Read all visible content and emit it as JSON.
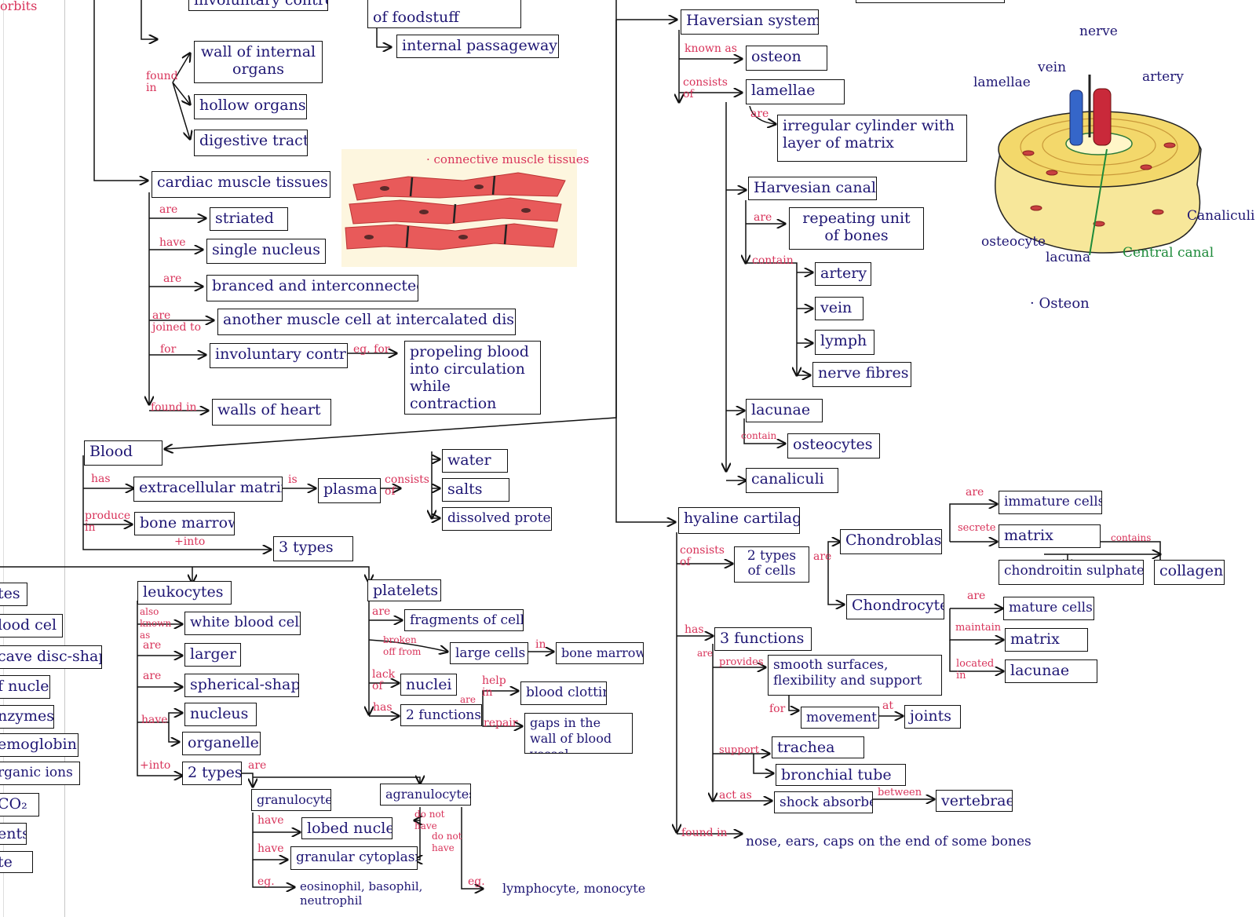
{
  "colors": {
    "node_text": "#1e1673",
    "link_text": "#d8335a",
    "line": "#111111",
    "green": "#1d8a3a"
  },
  "top": {
    "cut_left": "orbits",
    "cut_b1": "involuntary control",
    "cut_b2": "of foodstuff",
    "internal": "internal passageways",
    "found_in": "found in",
    "wall": "wall of internal organs",
    "hollow": "hollow organs",
    "digest": "digestive tract"
  },
  "cardiac": {
    "title": "cardiac muscle tissues",
    "are1": "are",
    "striated": "striated",
    "have": "have",
    "single": "single nucleus",
    "are2": "are",
    "branched": "branced and interconnected",
    "joined": "are joined to",
    "another": "another muscle cell at intercalated discs",
    "for": "for",
    "invol": "involuntary control",
    "eg": "eg. for",
    "propel": "propeling blood into circulation while contraction",
    "foundin": "found in",
    "walls": "walls of heart"
  },
  "illus1": {
    "caption": "· connective muscle tissues"
  },
  "blood": {
    "title": "Blood",
    "has": "has",
    "ecm": "extracellular matrix",
    "is": "is",
    "plasma": "plasma",
    "consists": "consists of",
    "water": "water",
    "salts": "salts",
    "proteins": "dissolved proteins",
    "produce": "produce in",
    "marrow": "bone marrow",
    "into": "+into",
    "types": "3 types"
  },
  "left": {
    "i1": "tes",
    "i2": "lood cel",
    "i3": "cave disc-shape",
    "i4": "f nuclei",
    "i5": "nzymes",
    "i6": "emoglobin",
    "i7": "rganic ions",
    "i8": "CO₂",
    "i9": "ents",
    "i10": "te"
  },
  "leuko": {
    "title": "leukocytes",
    "also": "also known as",
    "wbc": "white blood cells",
    "are1": "are",
    "larger": "larger",
    "are2": "are",
    "spherical": "spherical-shape",
    "have": "have",
    "nucleus": "nucleus",
    "organelles": "organelles",
    "into": "+into",
    "types": "2 types",
    "are3": "are",
    "gran": "granulocytes",
    "agran": "agranulocytes",
    "have1": "have",
    "lobed": "lobed nuclei",
    "donot1": "do not have",
    "have2": "have",
    "granular": "granular cytoplasm",
    "donot2": "do not have",
    "eg1": "eg.",
    "eos": "eosinophil, basophil, neutrophil",
    "eg2": "eg.",
    "lymph": "lymphocyte, monocyte"
  },
  "plate": {
    "title": "platelets",
    "are": "are",
    "frag": "fragments of cells",
    "broken": "broken off from",
    "large": "large cells",
    "in": "in",
    "marrow": "bone marrow",
    "lack": "lack of",
    "nuclei": "nuclei",
    "has": "has",
    "two": "2 functions",
    "help": "help in",
    "are2": "are",
    "clot": "blood clotting",
    "repair": "repair",
    "gaps": "gaps in the wall of blood vessel"
  },
  "hav": {
    "title": "Haversian system",
    "known": "known as",
    "osteon": "osteon",
    "consists": "consists of",
    "lamellae": "lamellae",
    "are": "are",
    "irreg": "irregular cylinder with layer of matrix",
    "canal": "Harvesian canal",
    "are2": "are",
    "repeat": "repeating unit of bones",
    "contain": "contain",
    "artery": "artery",
    "vein": "vein",
    "lymph": "lymph",
    "nerve": "nerve fibres",
    "lacunae": "lacunae",
    "contain2": "contain",
    "osteocytes": "osteocytes",
    "canaliculi": "canaliculi"
  },
  "osteon": {
    "nerve": "nerve",
    "vein": "vein",
    "artery": "artery",
    "lamellae": "lamellae",
    "canaliculi": "Canaliculi",
    "osteocyte": "osteocyte",
    "lacuna": "lacuna",
    "central": "Central canal",
    "caption": "· Osteon"
  },
  "hyal": {
    "title": "hyaline cartilage",
    "consists": "consists of",
    "two": "2 types of cells",
    "are": "are",
    "blasts": "Chondroblasts",
    "are2": "are",
    "immature": "immature cells",
    "secrete": "secrete",
    "matrix": "matrix",
    "contains": "contains",
    "chondroitin": "chondroitin sulphate",
    "collagen": "collagen",
    "cytes": "Chondrocytes",
    "are3": "are",
    "mature": "mature cells",
    "maintain": "maintain",
    "matrix2": "matrix",
    "located": "located in",
    "lacunae": "lacunae",
    "has": "has",
    "three": "3 functions",
    "are4": "are",
    "provides": "provides",
    "smooth": "smooth surfaces, flexibility and support",
    "for": "for",
    "movement": "movement",
    "at": "at",
    "joints": "joints",
    "support": "support",
    "trachea": "trachea",
    "bronchial": "bronchial tube",
    "actas": "act as",
    "shock": "shock absorbes",
    "between": "between",
    "vertebrae": "vertebrae",
    "foundin": "found in",
    "nose": "nose, ears, caps on the end of some bones"
  }
}
